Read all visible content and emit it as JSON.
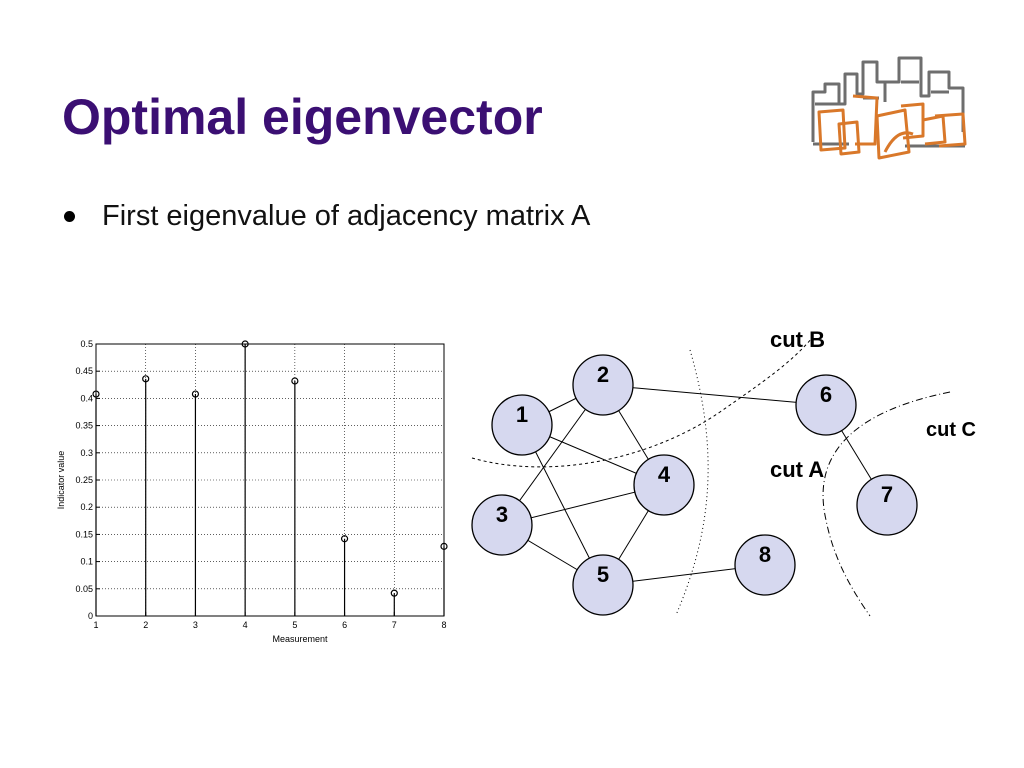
{
  "slide": {
    "title": "Optimal eigenvector",
    "bullets": [
      "First eigenvalue of adjacency matrix A"
    ]
  },
  "chart_data": {
    "type": "stem",
    "x": [
      1,
      2,
      3,
      4,
      5,
      6,
      7,
      8
    ],
    "values": [
      0.408,
      0.436,
      0.408,
      0.5,
      0.432,
      0.142,
      0.042,
      0.128
    ],
    "xlabel": "Measurement",
    "ylabel": "Indicator value",
    "xlim": [
      1,
      8
    ],
    "ylim": [
      0,
      0.5
    ],
    "xticks": [
      "1",
      "2",
      "3",
      "4",
      "5",
      "6",
      "7",
      "8"
    ],
    "yticks": [
      "0",
      "0.05",
      "0.1",
      "0.15",
      "0.2",
      "0.25",
      "0.3",
      "0.35",
      "0.4",
      "0.45",
      "0.5"
    ]
  },
  "graph": {
    "nodes": [
      "1",
      "2",
      "3",
      "4",
      "5",
      "6",
      "7",
      "8"
    ],
    "edges": [
      [
        "1",
        "2"
      ],
      [
        "1",
        "4"
      ],
      [
        "1",
        "5"
      ],
      [
        "2",
        "3"
      ],
      [
        "2",
        "4"
      ],
      [
        "2",
        "6"
      ],
      [
        "3",
        "4"
      ],
      [
        "3",
        "5"
      ],
      [
        "4",
        "5"
      ],
      [
        "5",
        "8"
      ],
      [
        "6",
        "7"
      ]
    ],
    "cuts": [
      "cut A",
      "cut B",
      "cut C"
    ],
    "node_fill": "#d6d8ef"
  },
  "colors": {
    "title": "#3b0f73",
    "logo_gray": "#6e6e6e",
    "logo_orange": "#d9782a"
  }
}
